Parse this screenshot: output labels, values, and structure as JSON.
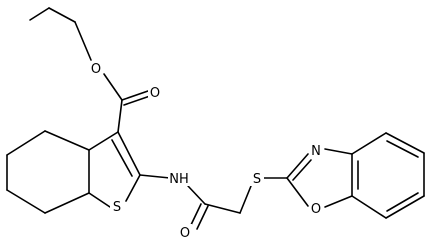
{
  "molecule": {
    "atoms": {
      "ether_o": "O",
      "carbonyl_o_ester": "O",
      "thiophene_s": "S",
      "amide_nh": "NH",
      "amide_o": "O",
      "thioether_s": "S",
      "oxazole_n": "N",
      "oxazole_o": "O"
    }
  }
}
